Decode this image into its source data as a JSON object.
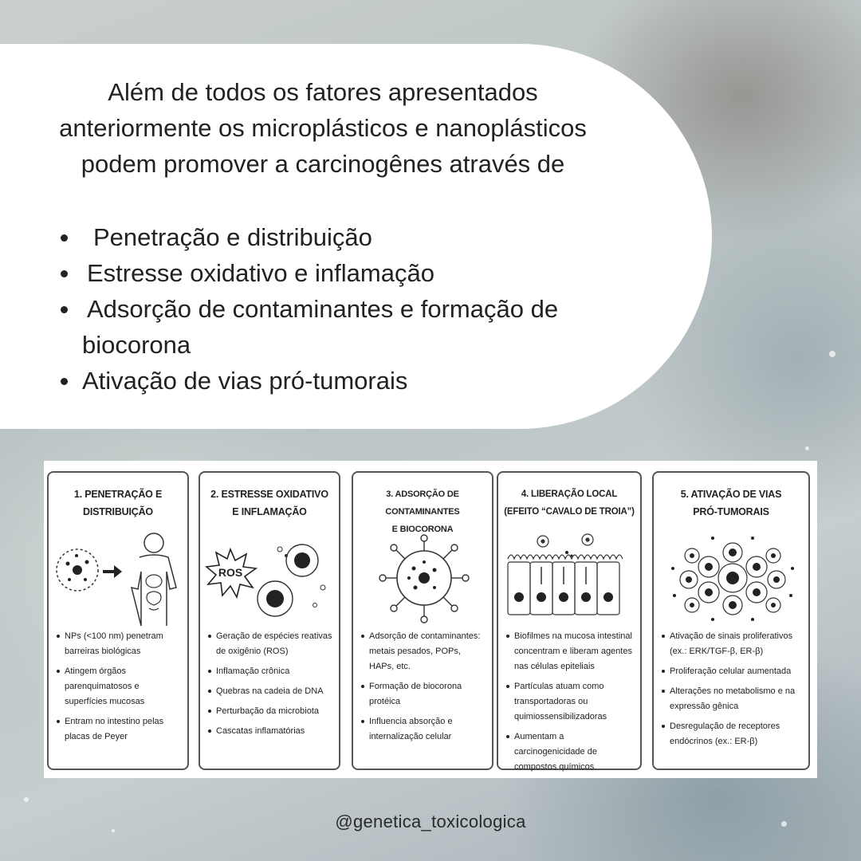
{
  "intro": "Além de todos os fatores apresentados anteriormente os microplásticos e nanoplásticos  podem promover a carcinogênes através de",
  "bullets": [
    "Penetração e distribuição",
    "Estresse oxidativo e inflamação",
    "Adsorção de contaminantes e formação de biocorona",
    "Ativação de vias pró-tumorais"
  ],
  "panels": [
    {
      "title": [
        "1. PENETRAÇÃO E",
        "DISTRIBUIÇÃO"
      ],
      "items": [
        "NPs (<100 nm) penetram barreiras biológicas",
        "Atingem órgãos parenquimatosos e superfícies mucosas",
        "Entram no intestino pelas placas de Peyer"
      ]
    },
    {
      "title": [
        "2. ESTRESSE OXIDATIVO",
        "E INFLAMAÇÃO"
      ],
      "icon_label": "ROS",
      "items": [
        "Geração de espécies reativas de oxigênio (ROS)",
        "Inflamação crônica",
        "Quebras na cadeia de DNA",
        "Perturbação da microbiota",
        "Cascatas inflamatórias"
      ]
    },
    {
      "title": [
        "3. ADSORÇÃO DE CONTAMINANTES",
        "E BIOCORONA"
      ],
      "items": [
        "Adsorção de contaminantes: metais pesados, POPs, HAPs, etc.",
        "Formação de biocorona protéica",
        "Influencia absorção e internalização celular"
      ]
    },
    {
      "title": [
        "4. LIBERAÇÃO LOCAL",
        "(EFEITO “CAVALO DE TROIA”)"
      ],
      "items": [
        "Biofilmes na mucosa intestinal concentram e liberam agentes nas células epiteliais",
        "Partículas atuam como transportadoras ou quimiossensibilizadoras",
        "Aumentam a carcinogenicidade de compostos químicos"
      ]
    },
    {
      "title": [
        "5. ATIVAÇÃO DE VIAS",
        "PRÓ-TUMORAIS"
      ],
      "items": [
        "Ativação de sinais proliferativos (ex.: ERK/TGF-β, ER-β)",
        "Proliferação celular aumentada",
        "Alterações no metabolismo e na expressão gênica",
        "Desregulação de receptores endócrinos (ex.: ER-β)"
      ]
    }
  ],
  "handle": "@genetica_toxicologica"
}
